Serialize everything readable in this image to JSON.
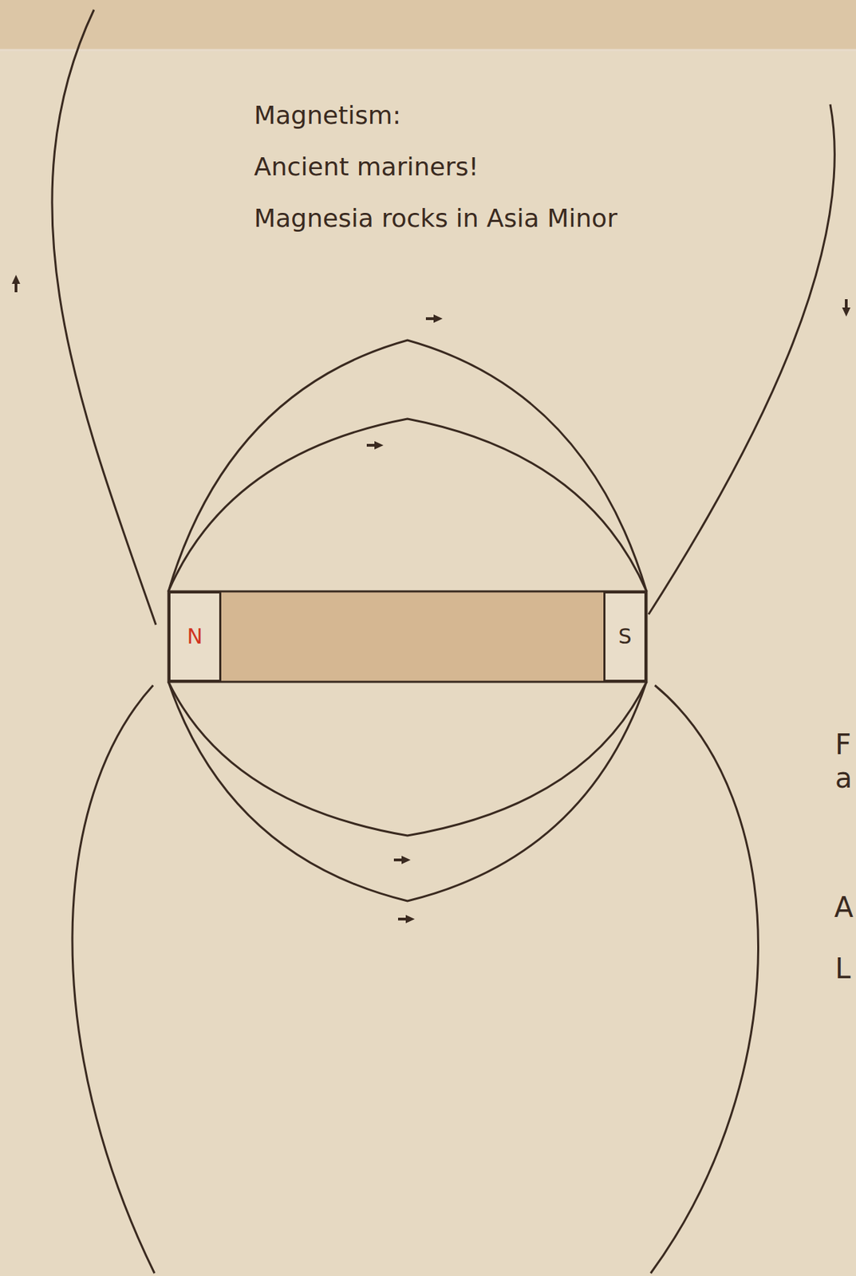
{
  "diagram": {
    "title": "Magnetism:",
    "nodes": [
      {
        "text": [
          "N"
        ]
      },
      {
        "text": [
          "S"
        ]
      }
    ],
    "edges": [
      {
        "from": 0,
        "to": 1,
        "arrow": "none"
      },
      {
        "from": 0,
        "to": 1,
        "arrow": "none"
      },
      {
        "from": 0,
        "to": 1,
        "arrow": "none"
      },
      {
        "from": 0,
        "to": 1,
        "arrow": "none"
      }
    ],
    "labels": [
      "Ancient mariners!",
      "Magnesia rocks in Asia Minor",
      "F",
      "a",
      "A",
      "L"
    ]
  }
}
